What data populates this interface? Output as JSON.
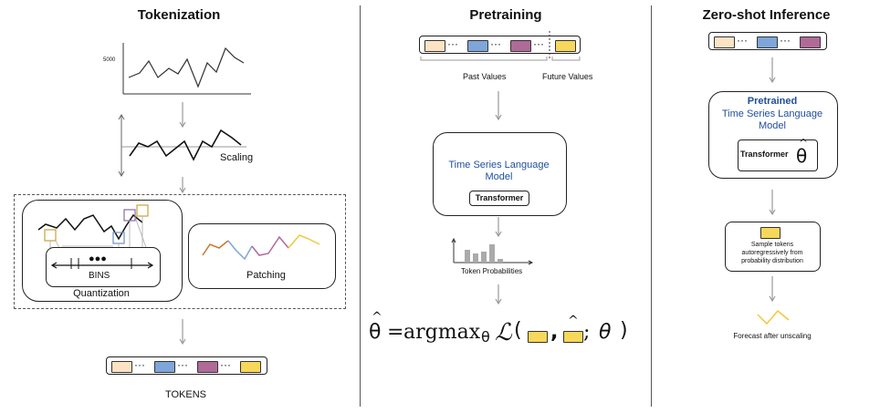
{
  "colors": {
    "peach": "#fde3c3",
    "blue": "#7ea6d8",
    "purple": "#b06a98",
    "yellow": "#f7d85a",
    "model_text": "#1f4e9a",
    "patch_orange": "#c9772a",
    "patch_blue": "#7ea6d8",
    "patch_purple": "#a0508f",
    "patch_yellow": "#f0c93a"
  },
  "tokenization": {
    "title": "Tokenization",
    "y_tick": "5000",
    "scaling_label": "Scaling",
    "bins_label": "BINS",
    "bins_dots": "●●●",
    "quantization_label": "Quantization",
    "patching_label": "Patching",
    "tokens_label": "TOKENS",
    "dots": "···"
  },
  "pretraining": {
    "title": "Pretraining",
    "past_label": "Past Values",
    "future_label": "Future Values",
    "model_label": "Time Series Language Model",
    "transformer_label": "Transformer",
    "probabilities_label": "Token Probabilities",
    "formula": {
      "theta_hat": "θ",
      "hat": "^",
      "equals": "=",
      "argmax": "argmax",
      "sub": "θ",
      "loss": "ℒ",
      "open": "(",
      "comma": ",",
      "semi": ";",
      "theta": "θ",
      "close": ")"
    }
  },
  "inference": {
    "title": "Zero-shot Inference",
    "model_title": "Pretrained",
    "model_label": "Time Series Language Model",
    "transformer_label": "Transformer",
    "theta_hat": "θ",
    "hat": "^",
    "sample_label": "Sample tokens autoregressively from probability distribution",
    "forecast_label": "Forecast after unscaling"
  }
}
